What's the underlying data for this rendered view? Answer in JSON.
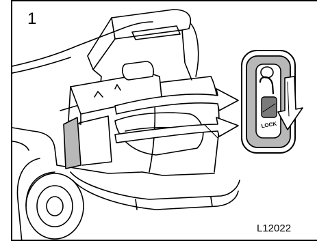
{
  "figure": {
    "step_number": "1",
    "reference_code": "L12022",
    "lock_label": "LOCK"
  },
  "illustration": {
    "subject": "car-trunk-seatback-release-lever",
    "colors": {
      "line": "#000000",
      "fill_light": "#ffffff",
      "fill_gray": "#b8b8b8",
      "fill_dark": "#7a7a7a"
    }
  }
}
